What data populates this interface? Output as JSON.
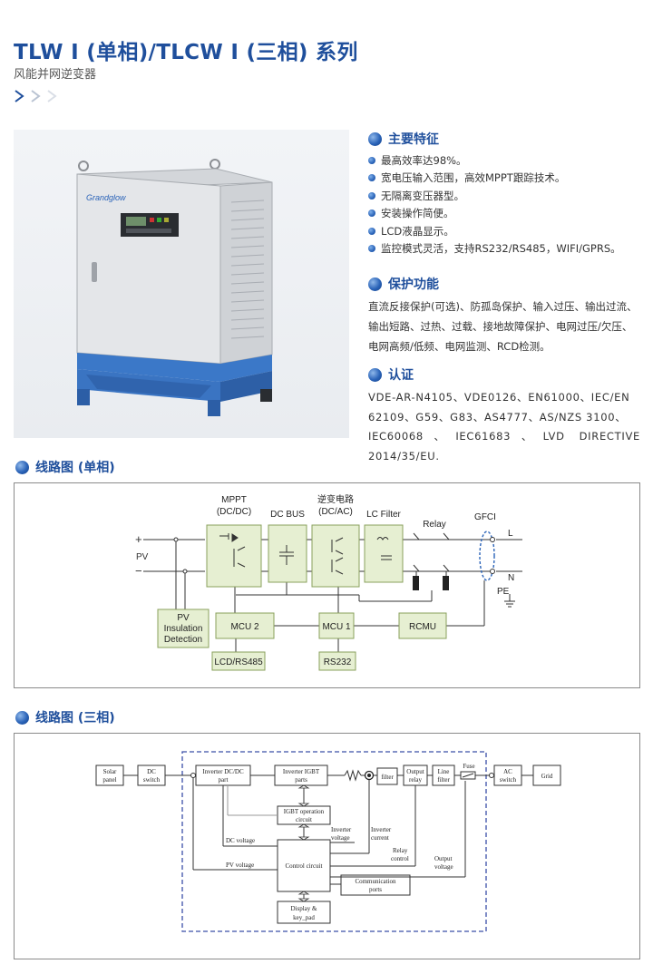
{
  "header": {
    "title": "TLW I (单相)/TLCW I (三相) 系列",
    "subtitle": "风能并网逆变器"
  },
  "product": {
    "brand": "Grandglow",
    "icon": "inverter-cabinet-photo",
    "colors": {
      "cabinet": "#e3e5e8",
      "base": "#3b78c8"
    }
  },
  "features": {
    "heading": "主要特征",
    "items": [
      "最高效率达98%。",
      "宽电压输入范围，高效MPPT跟踪技术。",
      "无隔离变压器型。",
      "安装操作简便。",
      "LCD液晶显示。",
      "监控模式灵活，支持RS232/RS485，WIFI/GPRS。"
    ]
  },
  "protection": {
    "heading": "保护功能",
    "lines": [
      "直流反接保护(可选)、防孤岛保护、输入过压、输出过流、",
      "输出短路、过热、过载、接地故障保护、电网过压/欠压、",
      "电网高频/低频、电网监测、RCD检测。"
    ]
  },
  "certification": {
    "heading": "认证",
    "lines": [
      "VDE-AR-N4105、VDE0126、EN61000、IEC/EN",
      "62109、G59、G83、AS4777、AS/NZS 3100、",
      "IEC60068、IEC61683、LVD DIRECTIVE 2014/35/EU."
    ]
  },
  "single_phase": {
    "heading": "线路图 (单相)",
    "labels": {
      "plus": "+",
      "minus": "−",
      "pv": "PV",
      "mppt": "MPPT",
      "mppt_sub": "(DC/DC)",
      "dcbus": "DC BUS",
      "inverter": "逆变电路",
      "inverter_sub": "(DC/AC)",
      "lcfilter": "LC Filter",
      "relay": "Relay",
      "gfci": "GFCI",
      "l": "L",
      "n": "N",
      "pe": "PE",
      "pv_insulation": [
        "PV",
        "Insulation",
        "Detection"
      ],
      "mcu2": "MCU 2",
      "mcu1": "MCU 1",
      "rcmu": "RCMU",
      "lcd": "LCD/RS485",
      "rs232": "RS232"
    },
    "colors": {
      "box_fill": "#e6efd2",
      "box_stroke": "#8aa05c"
    }
  },
  "three_phase": {
    "heading": "线路图 (三相)",
    "labels": {
      "solar": [
        "Solar",
        "panel"
      ],
      "dcswitch": [
        "DC",
        "switch"
      ],
      "inv_dcdc": [
        "Inverter DC/DC",
        "part"
      ],
      "inv_igbt": [
        "Inverter IGBT",
        "parts"
      ],
      "filter": "filter",
      "output_relay": [
        "Output",
        "relay"
      ],
      "line_filter": [
        "Line",
        "filter"
      ],
      "fuse": "Fuse",
      "acswitch": [
        "AC",
        "switch"
      ],
      "grid": "Grid",
      "igbt_op": [
        "IGBT operation",
        "circuit"
      ],
      "control": "Control circuit",
      "display": [
        "Display &",
        "key_pad"
      ],
      "comm": [
        "Communication",
        "ports"
      ],
      "dc_voltage": "DC voltage",
      "pv_voltage": "PV voltage",
      "inverter_voltage": [
        "Inverter",
        "voltage"
      ],
      "inverter_current": [
        "Inverter",
        "current"
      ],
      "relay_control": [
        "Relay",
        "control"
      ],
      "output_voltage": [
        "Output",
        "voltage"
      ]
    },
    "colors": {
      "dashed_border": "#3a4fa8"
    }
  }
}
